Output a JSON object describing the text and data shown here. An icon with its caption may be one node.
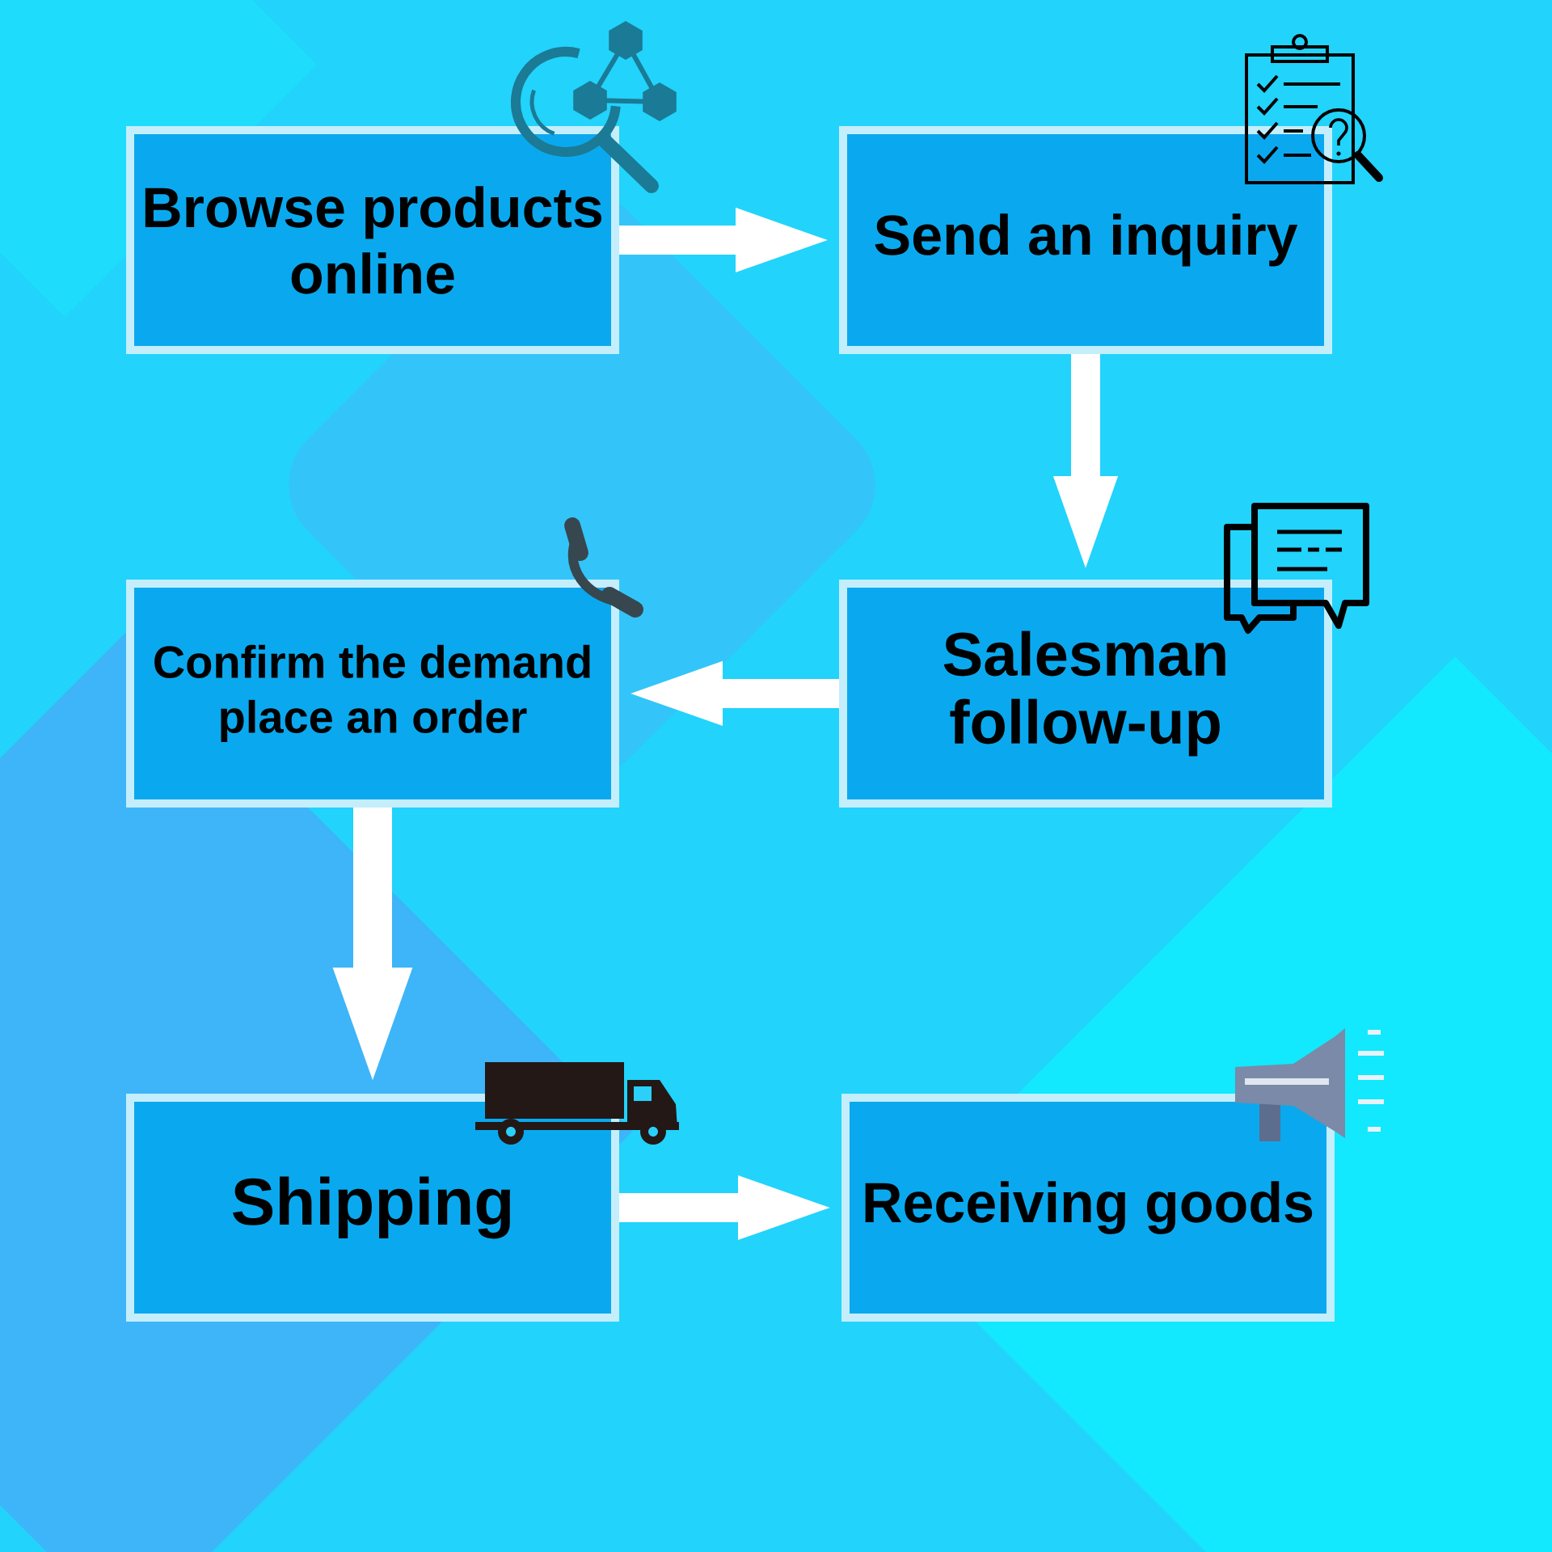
{
  "diagram": {
    "nodes": [
      {
        "text": [
          "Browse products online"
        ]
      },
      {
        "text": [
          "Send an inquiry"
        ]
      },
      {
        "text": [
          "Salesman follow-up"
        ]
      },
      {
        "text": [
          "Confirm the demand place an order"
        ]
      },
      {
        "text": [
          "Shipping"
        ]
      },
      {
        "text": [
          "Receiving goods"
        ]
      }
    ],
    "edges": [
      {
        "from": 0,
        "to": 1,
        "arrow": "to"
      },
      {
        "from": 1,
        "to": 2,
        "arrow": "to"
      },
      {
        "from": 2,
        "to": 3,
        "arrow": "to"
      },
      {
        "from": 3,
        "to": 4,
        "arrow": "to"
      },
      {
        "from": 4,
        "to": 5,
        "arrow": "to"
      }
    ]
  }
}
